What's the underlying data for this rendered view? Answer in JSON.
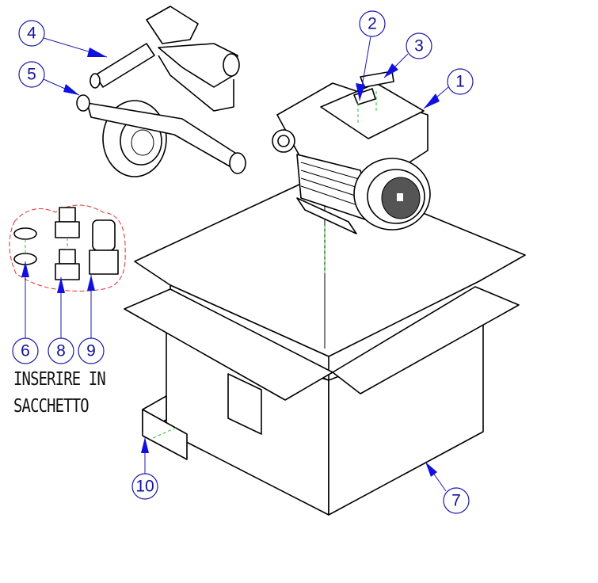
{
  "balloons": {
    "b1": "1",
    "b2": "2",
    "b3": "3",
    "b4": "4",
    "b5": "5",
    "b6": "6",
    "b7": "7",
    "b8": "8",
    "b9": "9",
    "b10": "10"
  },
  "note": {
    "line1": "INSERIRE IN",
    "line2": "SACCHETTO"
  },
  "colors": {
    "balloon": "#1a1aa8",
    "arrow": "#1010e0",
    "centerline": "#2fbf2f",
    "bag_outline": "#e03030"
  }
}
